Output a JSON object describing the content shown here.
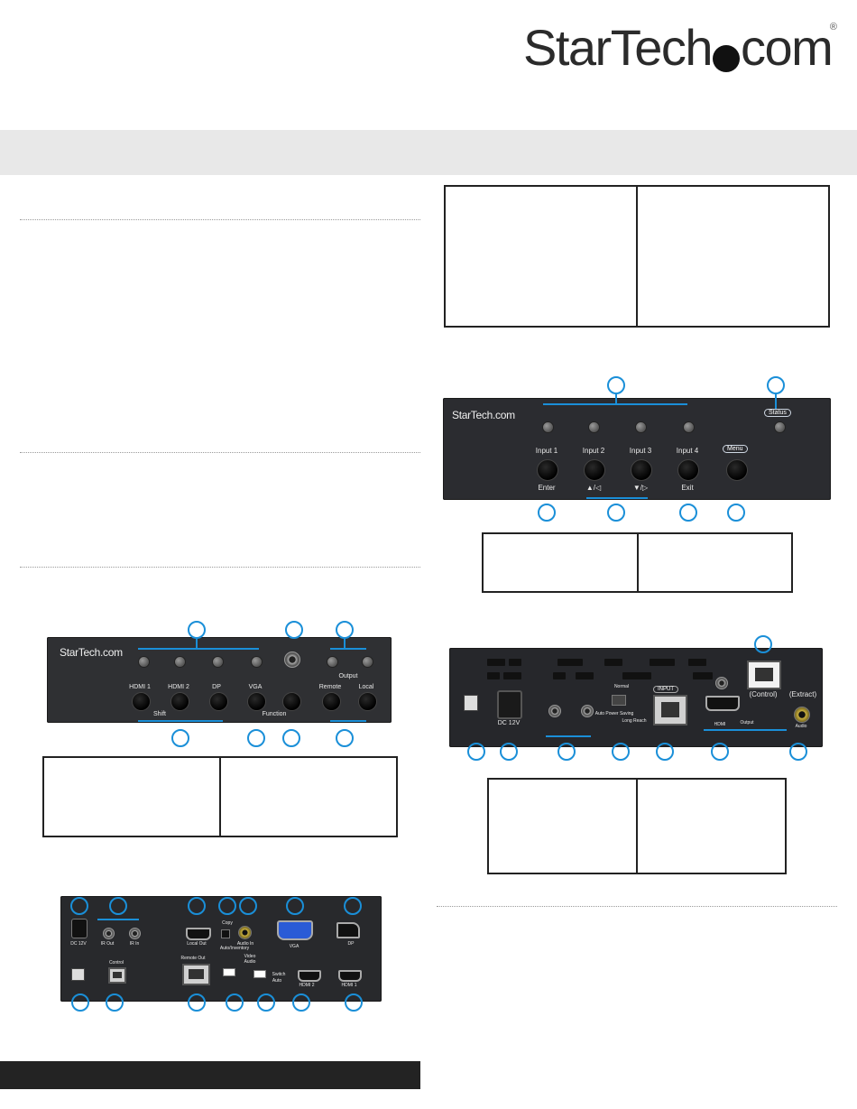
{
  "brand": {
    "logo_main": "StarTech",
    "logo_suffix": "com",
    "registered_mark": "®"
  },
  "front_panel_1": {
    "logo": "StarTech.com",
    "buttons": [
      "HDMI 1",
      "HDMI 2",
      "DP",
      "VGA",
      "Remote",
      "Local"
    ],
    "shift_label": "Shift",
    "function_label": "Function",
    "output_label": "Output"
  },
  "rear_panel_1": {
    "top_labels": {
      "dc": "DC 12V",
      "ir_out": "IR Out",
      "ir_in": "IR In",
      "local_out": "Local Out",
      "copy": "Copy",
      "audio_in": "Audio In",
      "vga": "VGA",
      "dp": "DP"
    },
    "bottom_labels": {
      "control": "Control",
      "remote_out": "Remote Out",
      "auto_inventory": "Auto/Inventory",
      "video": "Video",
      "audio": "Audio",
      "switch": "Switch",
      "auto": "Auto",
      "hdmi2": "HDMI 2",
      "hdmi1": "HDMI 1"
    }
  },
  "front_panel_2": {
    "logo": "StarTech.com",
    "status_label": "Status",
    "buttons": [
      "Input 1",
      "Input 2",
      "Input 3",
      "Input 4",
      "Menu"
    ],
    "sub_labels": [
      "Enter",
      "▲/◁",
      "▼/▷",
      "Exit"
    ]
  },
  "rear_panel_2": {
    "dc_label": "DC 12V",
    "normal_label": "Normal",
    "auto_power_saving": "Auto Power Saving",
    "long_reach": "Long Reach",
    "input_label": "INPUT",
    "control_label": "(Control)",
    "extract_label": "(Extract)",
    "hdmi_label": "HDMI",
    "output_label": "Output",
    "audio_label": "Audio"
  }
}
